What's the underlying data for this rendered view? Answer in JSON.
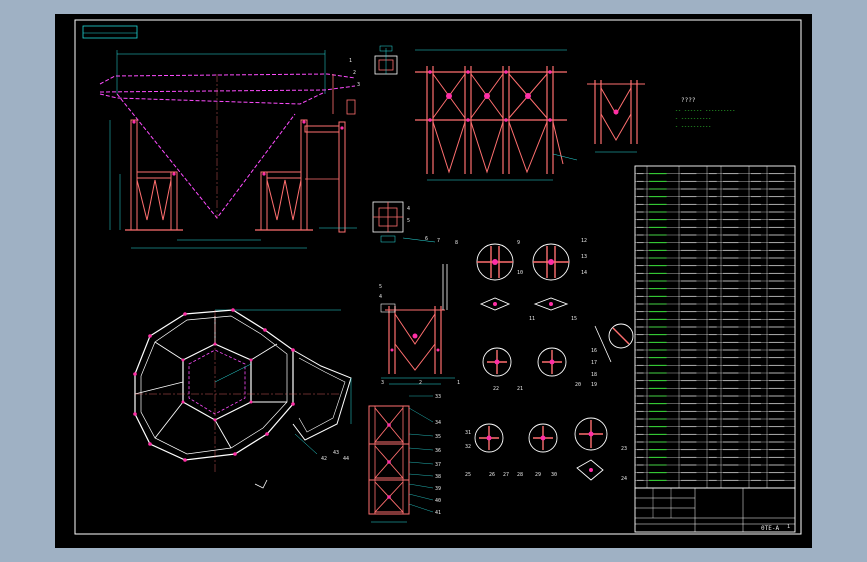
{
  "colors": {
    "bg_outer": "#9fb1c4",
    "paper": "#000000",
    "border": "#ffffff",
    "frame_accent": "#1fd7d7",
    "structure": "#ff6f6f",
    "dimension": "#29e0e0",
    "hidden": "#ff4cff",
    "gusset": "#ff2fa6",
    "text": "#e8e8e8",
    "yellow": "#ffff66",
    "green": "#3cff3c",
    "blue": "#4a6cff"
  },
  "icons": [
    "north-arrow-icon"
  ],
  "notes": {
    "heading": "????",
    "lines": [
      "-- ------ ----------",
      "- ----------",
      "- ----------"
    ]
  },
  "callouts": {
    "elevation_right": [
      "1",
      "2",
      "3"
    ],
    "plan_tabs": [
      "42",
      "43",
      "44"
    ],
    "tower_side": [
      "33",
      "34",
      "35",
      "36",
      "37",
      "38",
      "39",
      "40",
      "41"
    ],
    "detail_4": [
      "4",
      "5",
      "6",
      "7"
    ],
    "side_frame": [
      "1",
      "2",
      "3",
      "4",
      "5"
    ],
    "details_row1": [
      "8",
      "9",
      "10",
      "11",
      "12",
      "13",
      "14",
      "15"
    ],
    "details_row2": [
      "16",
      "17",
      "18",
      "19",
      "20",
      "21",
      "22",
      "23",
      "24"
    ],
    "details_row3": [
      "25",
      "26",
      "27",
      "28",
      "29",
      "30",
      "31",
      "32"
    ]
  },
  "title_block": {
    "drawing_no": "0TE-A",
    "sheet": "1"
  }
}
